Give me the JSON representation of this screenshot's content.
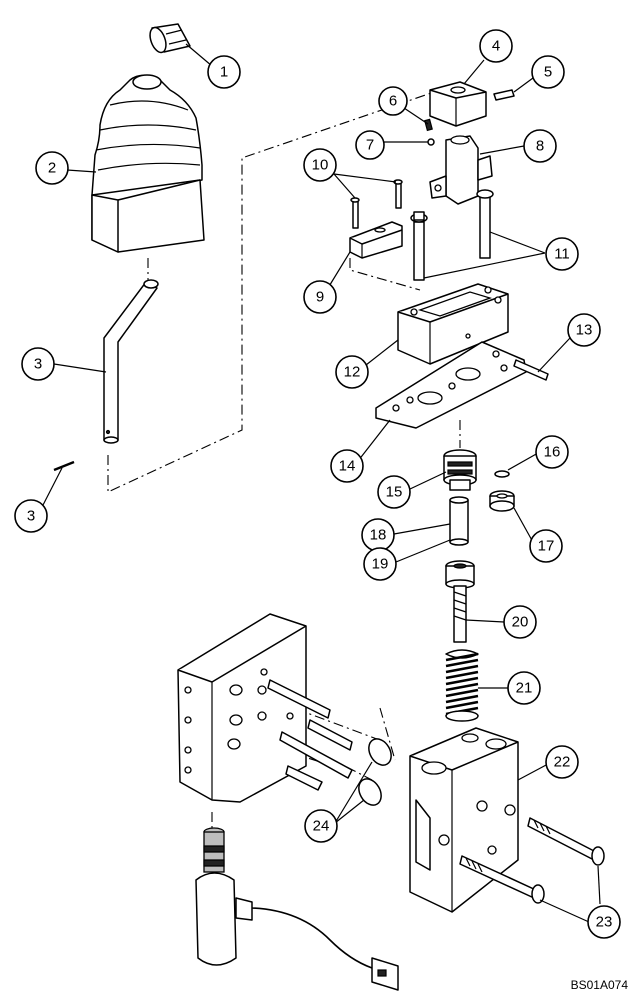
{
  "callouts": [
    {
      "id": "c1",
      "label": "1"
    },
    {
      "id": "c2",
      "label": "2"
    },
    {
      "id": "c3a",
      "label": "3"
    },
    {
      "id": "c3b",
      "label": "3"
    },
    {
      "id": "c4",
      "label": "4"
    },
    {
      "id": "c5",
      "label": "5"
    },
    {
      "id": "c6",
      "label": "6"
    },
    {
      "id": "c7",
      "label": "7"
    },
    {
      "id": "c8",
      "label": "8"
    },
    {
      "id": "c9",
      "label": "9"
    },
    {
      "id": "c10",
      "label": "10"
    },
    {
      "id": "c11",
      "label": "11"
    },
    {
      "id": "c12",
      "label": "12"
    },
    {
      "id": "c13",
      "label": "13"
    },
    {
      "id": "c14",
      "label": "14"
    },
    {
      "id": "c15",
      "label": "15"
    },
    {
      "id": "c16",
      "label": "16"
    },
    {
      "id": "c17",
      "label": "17"
    },
    {
      "id": "c18",
      "label": "18"
    },
    {
      "id": "c19",
      "label": "19"
    },
    {
      "id": "c20",
      "label": "20"
    },
    {
      "id": "c21",
      "label": "21"
    },
    {
      "id": "c22",
      "label": "22"
    },
    {
      "id": "c23",
      "label": "23"
    },
    {
      "id": "c24",
      "label": "24"
    }
  ],
  "drawing_code": "BS01A074"
}
